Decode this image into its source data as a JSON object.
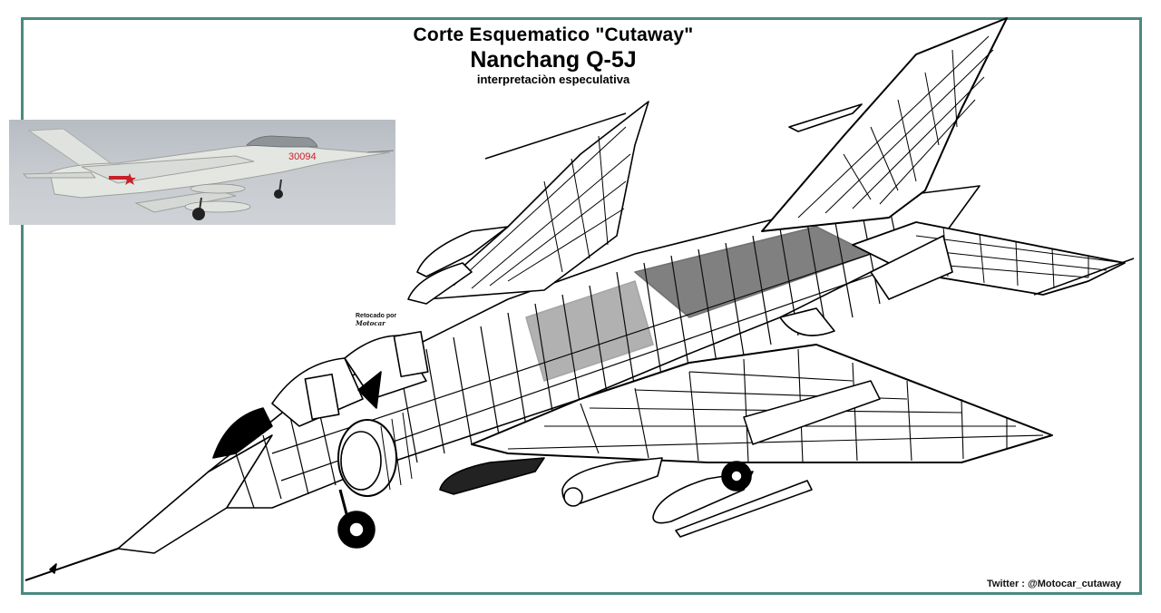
{
  "title": {
    "line1": "Corte Esquematico \"Cutaway\"",
    "line2": "Nanchang Q-5J",
    "line3": "interpretaciòn especulativa"
  },
  "photo": {
    "subject": "Nanchang Q-5J in flight",
    "serial_number": "30094",
    "serial_color": "#c8202a"
  },
  "credit": {
    "retouch_label": "Retocado por",
    "retouch_signature": "Motocar"
  },
  "footer": {
    "twitter_label": "Twitter :",
    "twitter_handle": "@Motocar_cutaway"
  },
  "colors": {
    "frame": "#4a8a80",
    "line_art": "#000000",
    "background": "#ffffff"
  }
}
